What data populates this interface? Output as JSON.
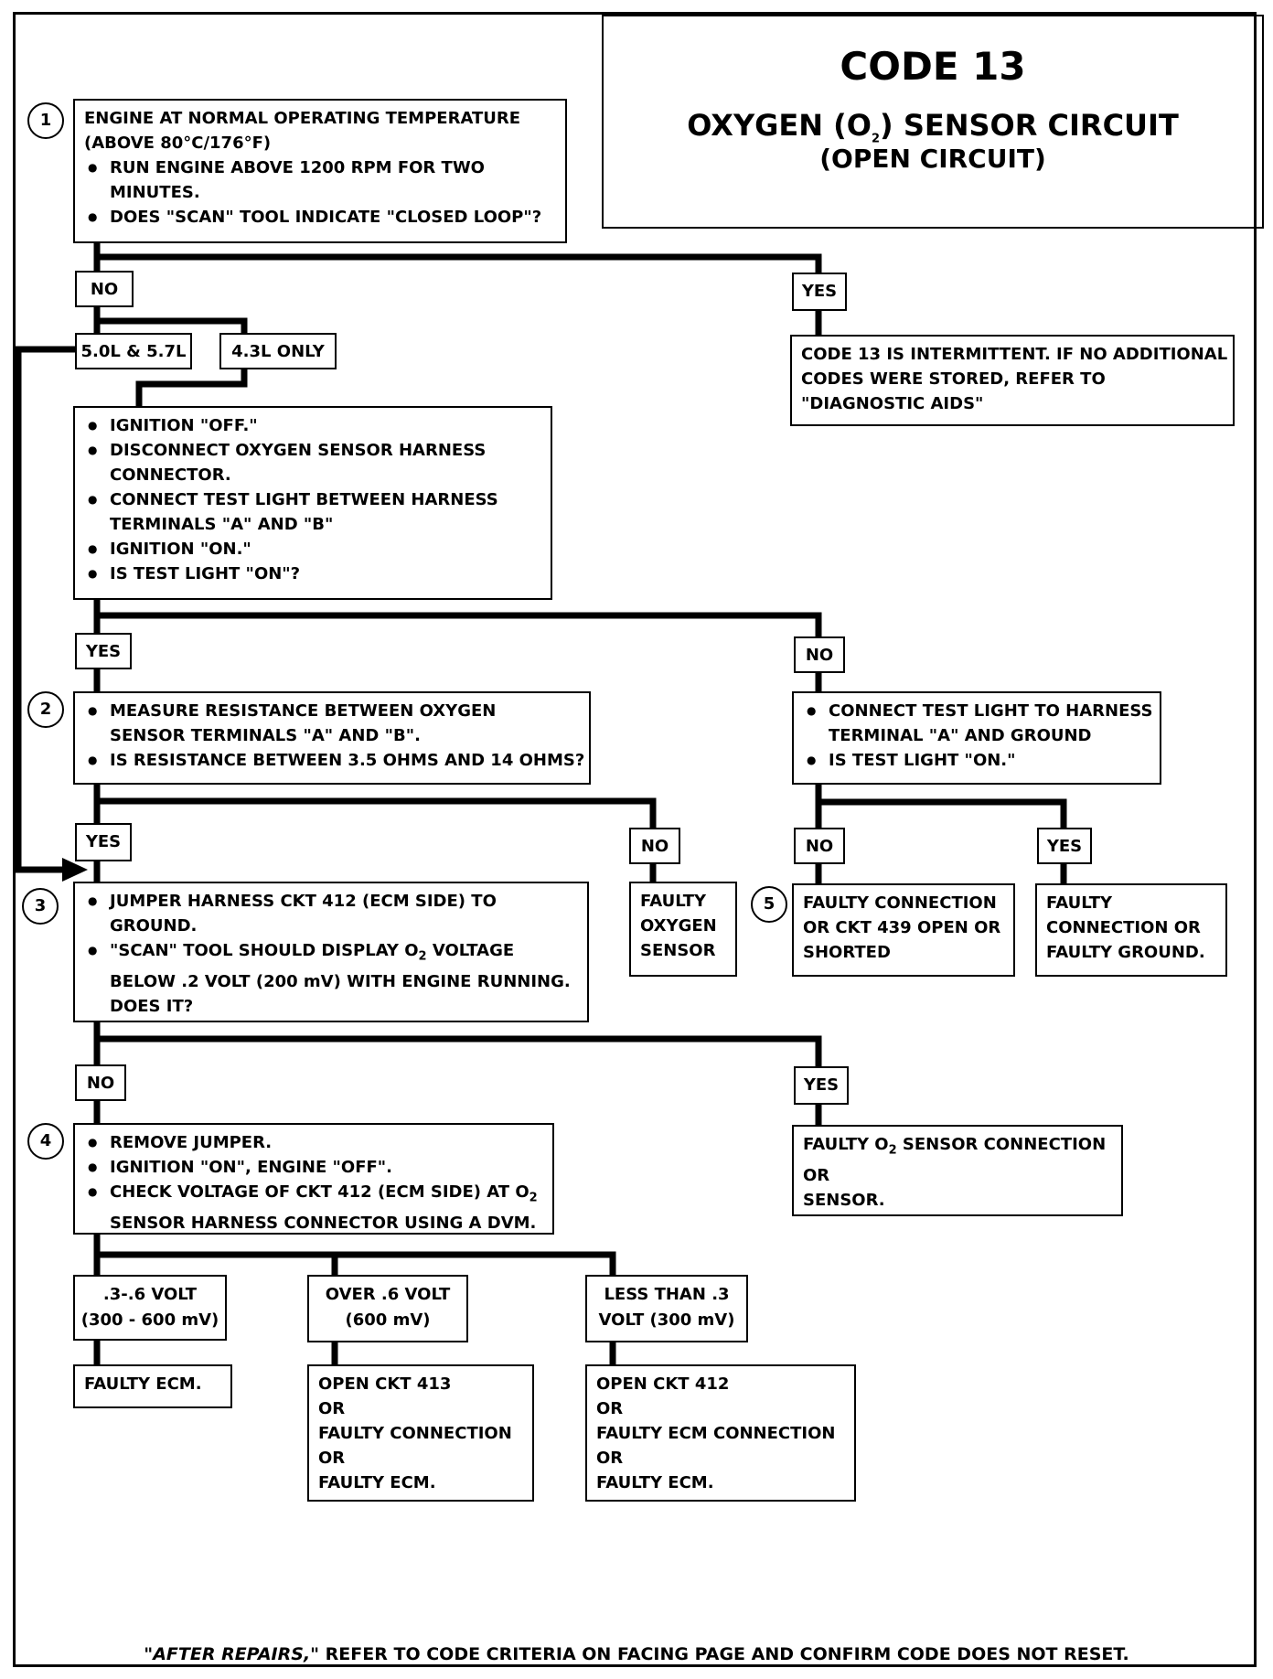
{
  "title": {
    "code": "CODE 13",
    "circuit": "OXYGEN (O2) SENSOR CIRCUIT",
    "condition": "(OPEN CIRCUIT)"
  },
  "steps": [
    "1",
    "2",
    "3",
    "4",
    "5"
  ],
  "box1": {
    "lines": [
      "ENGINE AT NORMAL OPERATING TEMPERATURE",
      "(ABOVE  80°C/176°F)"
    ],
    "bullets": [
      [
        "RUN ENGINE ABOVE 1200 RPM FOR TWO",
        "MINUTES."
      ],
      [
        "DOES \"SCAN\" TOOL INDICATE \"CLOSED LOOP\"?"
      ]
    ]
  },
  "labels": {
    "no": "NO",
    "yes": "YES",
    "engine_a": "5.0L & 5.7L",
    "engine_b": "4.3L ONLY",
    "v_range_1": ".3-.6 VOLT",
    "v_range_1b": "(300 - 600 mV)",
    "v_range_2": "OVER  .6  VOLT",
    "v_range_2b": "(600 mV)",
    "v_range_3": "LESS THAN .3",
    "v_range_3b": "VOLT  (300 mV)"
  },
  "intermittent": [
    "CODE 13 IS INTERMITTENT.  IF NO ADDITIONAL",
    "CODES WERE STORED, REFER TO",
    "\"DIAGNOSTIC AIDS\""
  ],
  "test_light_box": [
    [
      "IGNITION \"OFF.\""
    ],
    [
      "DISCONNECT OXYGEN SENSOR HARNESS",
      "CONNECTOR."
    ],
    [
      "CONNECT TEST LIGHT BETWEEN HARNESS",
      "TERMINALS \"A\" AND \"B\""
    ],
    [
      "IGNITION \"ON.\""
    ],
    [
      "IS TEST LIGHT \"ON\"?"
    ]
  ],
  "box2": [
    [
      "MEASURE RESISTANCE BETWEEN OXYGEN",
      "SENSOR TERMINALS \"A\" AND \"B\"."
    ],
    [
      "IS RESISTANCE BETWEEN 3.5 OHMS AND 14 OHMS?"
    ]
  ],
  "ground_box": [
    [
      "CONNECT TEST LIGHT TO HARNESS",
      "TERMINAL \"A\" AND GROUND"
    ],
    [
      "IS TEST LIGHT \"ON.\""
    ]
  ],
  "box3": [
    [
      "JUMPER HARNESS CKT 412 (ECM SIDE) TO",
      "GROUND."
    ],
    [
      "\"SCAN\" TOOL SHOULD DISPLAY O2 VOLTAGE",
      "BELOW .2  VOLT (200 mV) WITH ENGINE RUNNING.",
      "DOES IT?"
    ]
  ],
  "faulty_sensor": [
    "FAULTY",
    "OXYGEN",
    "SENSOR"
  ],
  "box5": [
    "FAULTY CONNECTION",
    "OR CKT 439 OPEN OR",
    "SHORTED"
  ],
  "faulty_ground": [
    "FAULTY",
    "CONNECTION OR",
    "FAULTY GROUND."
  ],
  "box4": [
    [
      "REMOVE JUMPER."
    ],
    [
      "IGNITION \"ON\",  ENGINE  \"OFF\"."
    ],
    [
      "CHECK VOLTAGE OF CKT 412 (ECM SIDE) AT O2",
      "SENSOR HARNESS CONNECTOR USING A DVM."
    ]
  ],
  "faulty_o2_conn": [
    "FAULTY O2 SENSOR CONNECTION",
    "OR",
    "SENSOR."
  ],
  "faulty_ecm": "FAULTY ECM.",
  "result_413": [
    "OPEN CKT 413",
    "OR",
    "FAULTY CONNECTION",
    "OR",
    "FAULTY ECM."
  ],
  "result_412": [
    "OPEN CKT  412",
    "OR",
    "FAULTY ECM CONNECTION",
    "OR",
    "FAULTY ECM."
  ],
  "footer": {
    "italic": "\"AFTER REPAIRS,\"",
    "rest": " REFER TO CODE CRITERIA ON FACING PAGE AND CONFIRM CODE DOES NOT RESET."
  }
}
